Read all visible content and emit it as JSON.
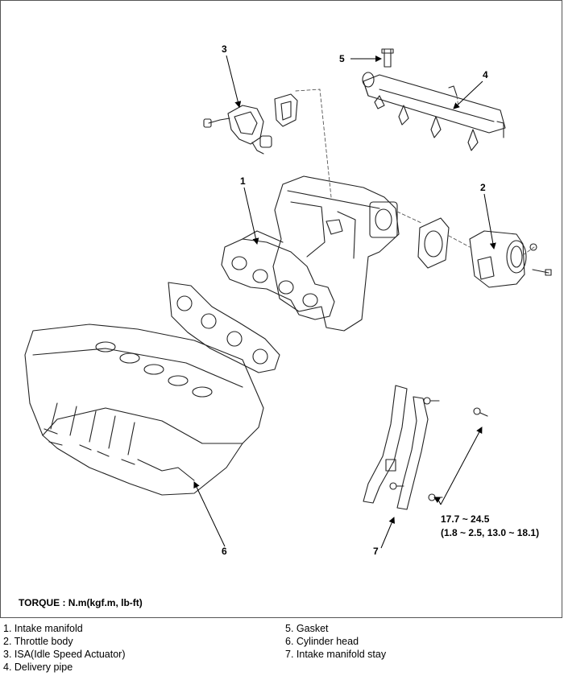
{
  "torque_heading": "TORQUE : N.m(kgf.m, lb-ft)",
  "torque_spec": {
    "line1": "17.7 ~ 24.5",
    "line2": "(1.8 ~ 2.5, 13.0 ~ 18.1)"
  },
  "callouts": {
    "c1": "1",
    "c2": "2",
    "c3": "3",
    "c4": "4",
    "c5": "5",
    "c6": "6",
    "c7": "7"
  },
  "legend": {
    "left": [
      "1.  Intake manifold",
      "2.  Throttle body",
      "3.  ISA(Idle Speed Actuator)",
      "4.  Delivery pipe"
    ],
    "right": [
      "5.  Gasket",
      "6.  Cylinder head",
      "7.  Intake manifold stay"
    ]
  }
}
